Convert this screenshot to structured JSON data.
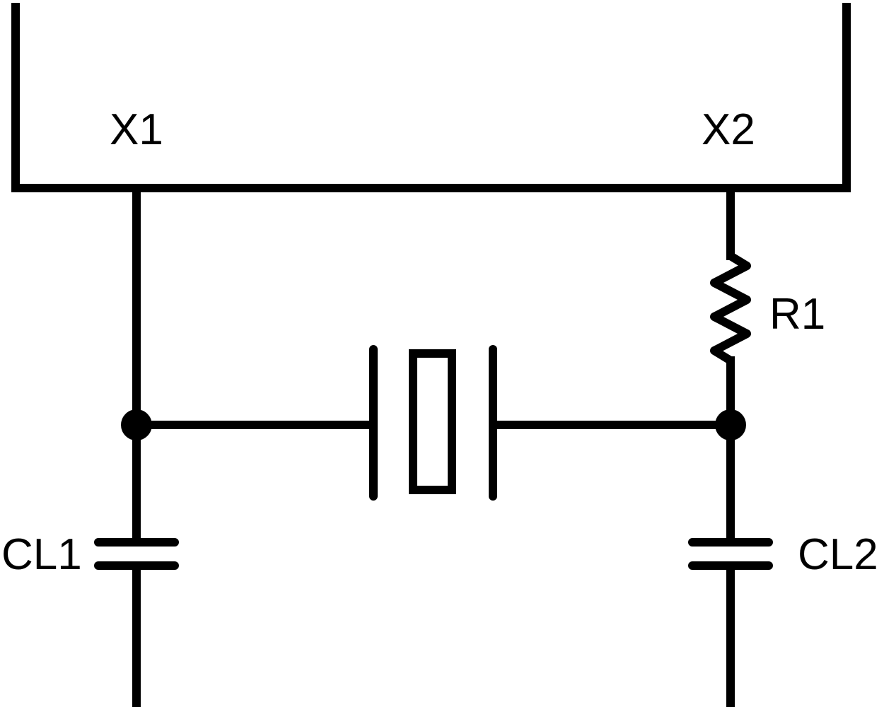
{
  "labels": {
    "x1": "X1",
    "x2": "X2",
    "r1": "R1",
    "cl1": "CL1",
    "cl2": "CL2"
  },
  "colors": {
    "line": "#000000",
    "background": "#ffffff"
  }
}
